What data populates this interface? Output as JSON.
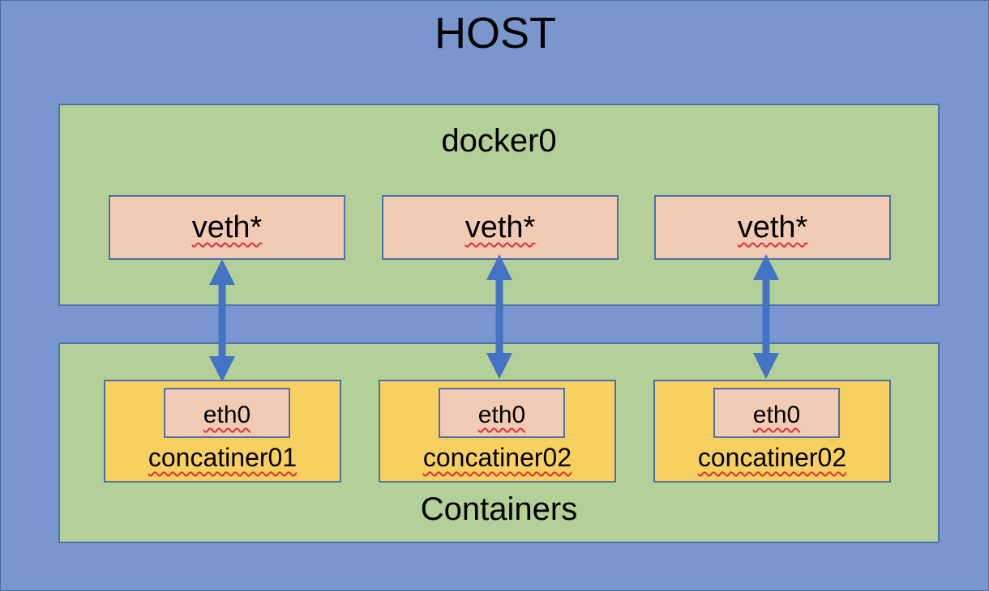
{
  "host": {
    "title": "HOST"
  },
  "bridge": {
    "title": "docker0",
    "interfaces": [
      {
        "label": "veth*"
      },
      {
        "label": "veth*"
      },
      {
        "label": "veth*"
      }
    ]
  },
  "containers": {
    "title": "Containers",
    "items": [
      {
        "iface": "eth0",
        "name": "concatiner01"
      },
      {
        "iface": "eth0",
        "name": "concatiner02"
      },
      {
        "iface": "eth0",
        "name": "concatiner02"
      }
    ]
  },
  "colors": {
    "host": "#7a96ce",
    "panel": "#b2d097",
    "interface": "#f2cbb4",
    "container": "#f7d060",
    "arrow": "#4472c4",
    "border": "#4e6fa8"
  }
}
